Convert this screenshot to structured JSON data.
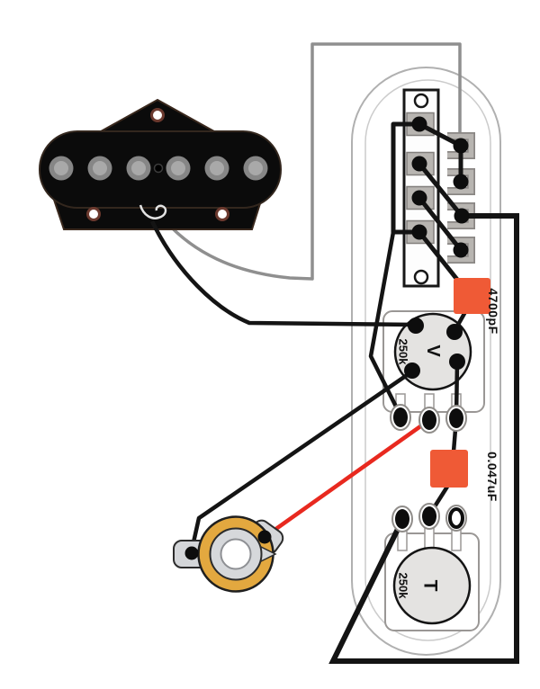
{
  "diagram": {
    "type": "guitar-wiring-diagram",
    "labels": {
      "cap_switch": "4700pF",
      "cap_tone": "0.047uF",
      "volume_value": "250k",
      "volume_letter": "V",
      "tone_value": "250k",
      "tone_letter": "T"
    },
    "colors": {
      "wire_black": "#141414",
      "wire_red": "#e8291f",
      "wire_gray": "#8f8f8f",
      "capacitor": "#ef5a36",
      "jack_ring": "#e3a83f",
      "pot_body": "#e4e3e1"
    },
    "components": [
      "bridge-pickup",
      "3-way-lever-switch",
      "volume-pot-250k",
      "tone-pot-250k",
      "capacitor-4700pF",
      "capacitor-0.047uF",
      "output-jack",
      "control-plate"
    ]
  }
}
